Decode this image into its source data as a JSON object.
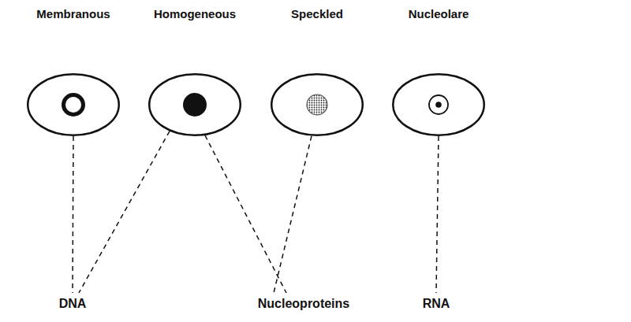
{
  "diagram": {
    "nodes": [
      {
        "text": [
          "Membranous"
        ]
      },
      {
        "text": [
          "Homogeneous"
        ]
      },
      {
        "text": [
          "Speckled"
        ]
      },
      {
        "text": [
          "Nucleolare"
        ]
      },
      {
        "text": [
          "DNA"
        ]
      },
      {
        "text": [
          "Nucleoproteins"
        ]
      },
      {
        "text": [
          "RNA"
        ]
      }
    ],
    "edges": [
      {
        "from": 0,
        "to": 4,
        "arrow": "none"
      },
      {
        "from": 1,
        "to": 4,
        "arrow": "none"
      },
      {
        "from": 1,
        "to": 5,
        "arrow": "none"
      },
      {
        "from": 2,
        "to": 5,
        "arrow": "none"
      },
      {
        "from": 3,
        "to": 6,
        "arrow": "none"
      }
    ]
  }
}
